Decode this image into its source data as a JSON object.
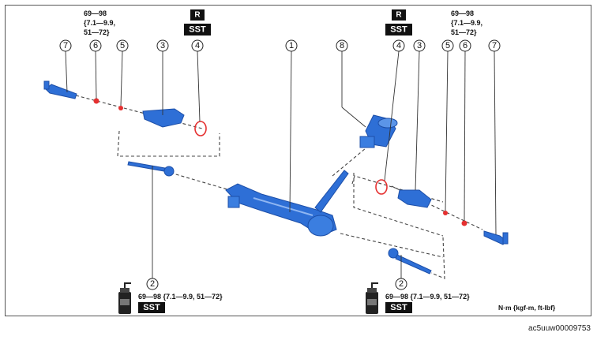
{
  "callouts": {
    "c1": "1",
    "c2L": "2",
    "c2R": "2",
    "c3L": "3",
    "c3R": "3",
    "c4L": "4",
    "c4R": "4",
    "c5L": "5",
    "c5R": "5",
    "c6L": "6",
    "c6R": "6",
    "c7L": "7",
    "c7R": "7",
    "c8": "8"
  },
  "torque": {
    "left_top_line1": "69—98",
    "left_top_line2": "{7.1—9.9,",
    "left_top_line3": "51—72}",
    "right_top_line1": "69—98",
    "right_top_line2": "{7.1—9.9,",
    "right_top_line3": "51—72}",
    "bottom_left": "69—98 {7.1—9.9, 51—72}",
    "bottom_right": "69—98 {7.1—9.9, 51—72}"
  },
  "badges": {
    "r_left": "R",
    "sst_left_top": "SST",
    "r_right": "R",
    "sst_right_top": "SST",
    "sst_bottom_left": "SST",
    "sst_bottom_right": "SST"
  },
  "units": "N·m {kgf-m, ft-lbf}",
  "image_code": "ac5uuw00009753",
  "colors": {
    "part_blue": "#2e6fd6",
    "part_dark": "#1d4fa8",
    "clamp_red": "#e53030",
    "badge_black": "#111111"
  }
}
